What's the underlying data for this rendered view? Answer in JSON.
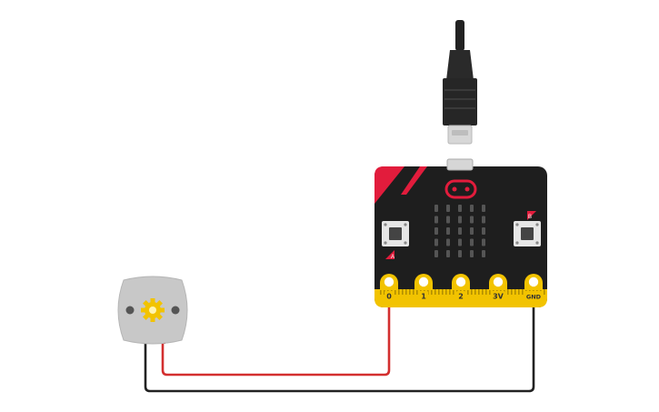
{
  "board": {
    "pins": [
      {
        "label": "0"
      },
      {
        "label": "1"
      },
      {
        "label": "2"
      },
      {
        "label": "3V"
      },
      {
        "label": "GND"
      }
    ],
    "button_a_label": "A",
    "button_b_label": "B"
  },
  "wires": {
    "red_color": "#d32f2f",
    "black_color": "#222222"
  },
  "colors": {
    "board_body": "#1e1e1e",
    "board_accent": "#e21c3c",
    "gold": "#f2c300",
    "led": "#555555",
    "motor_body": "#c8c8c8",
    "motor_gear": "#f2c300"
  },
  "icons": {
    "usb": "usb-plug-icon",
    "motor": "dc-motor-icon",
    "logo": "microbit-logo-icon"
  }
}
